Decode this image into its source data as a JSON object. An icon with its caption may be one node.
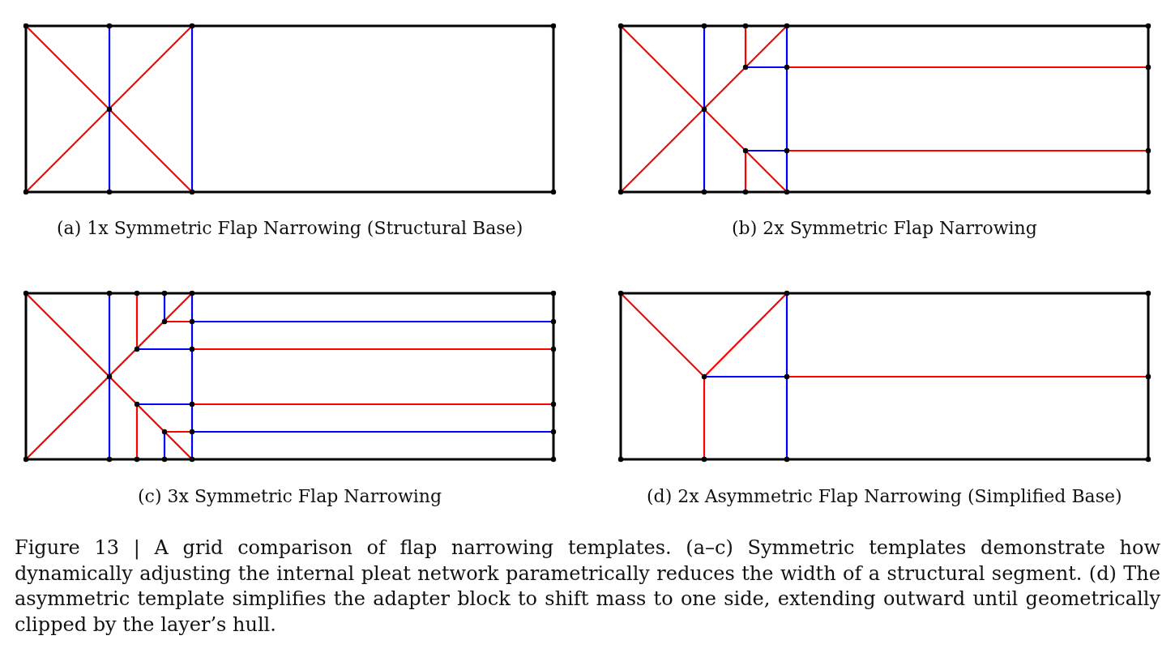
{
  "diagram": {
    "caption": "Figure 13 | A grid comparison of flap narrowing templates. (a–c) Symmetric templates demonstrate how dynamically adjusting the internal pleat network parametrically reduces the width of a structural segment. (d) The asymmetric template simplifies the adapter block to shift mass to one side, extending outward until geometrically clipped by the layer’s hull.",
    "labels": [
      "(a) 1x Symmetric Flap Narrowing (Structural Base)",
      "(b) 2x Symmetric Flap Narrowing",
      "(c) 3x Symmetric Flap Narrowing",
      "(d) 2x Asymmetric Flap Narrowing (Simplified Base)"
    ]
  }
}
